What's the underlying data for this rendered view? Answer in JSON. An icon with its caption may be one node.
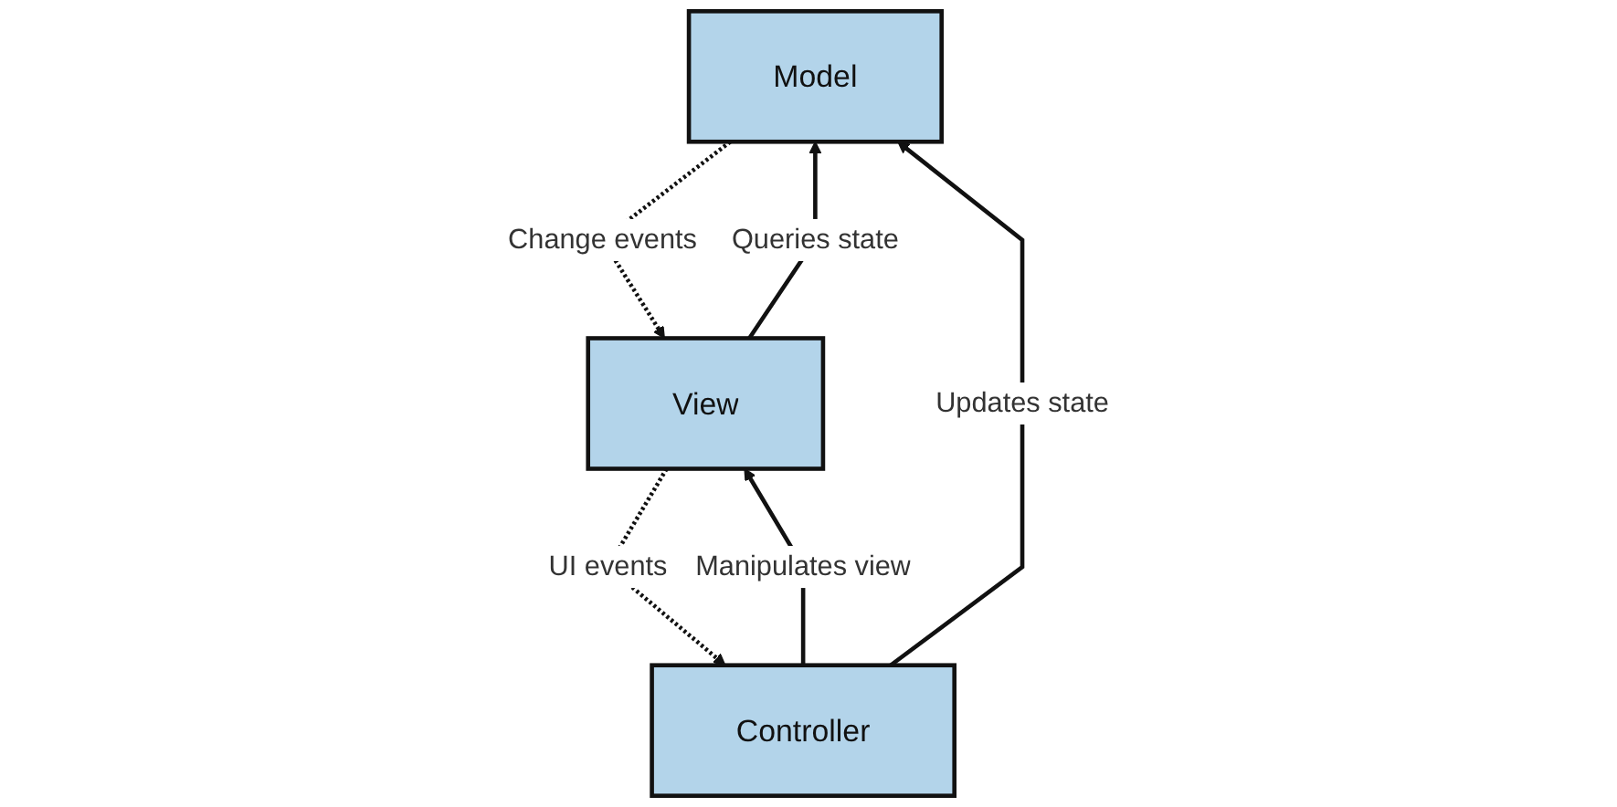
{
  "diagram": {
    "nodes": [
      {
        "text": [
          "Model"
        ]
      },
      {
        "text": [
          "View"
        ]
      },
      {
        "text": [
          "Controller"
        ]
      }
    ],
    "edges": [
      {
        "from": 1,
        "to": 0,
        "arrow": "to",
        "label": "Queries state"
      },
      {
        "from": 0,
        "to": 1,
        "arrow": "to",
        "label": "Change events",
        "style": "dashed"
      },
      {
        "from": 1,
        "to": 2,
        "arrow": "to",
        "label": "UI events",
        "style": "dashed"
      },
      {
        "from": 2,
        "to": 1,
        "arrow": "to",
        "label": "Manipulates  view"
      },
      {
        "from": 2,
        "to": 0,
        "arrow": "to",
        "label": "Updates state"
      }
    ]
  }
}
